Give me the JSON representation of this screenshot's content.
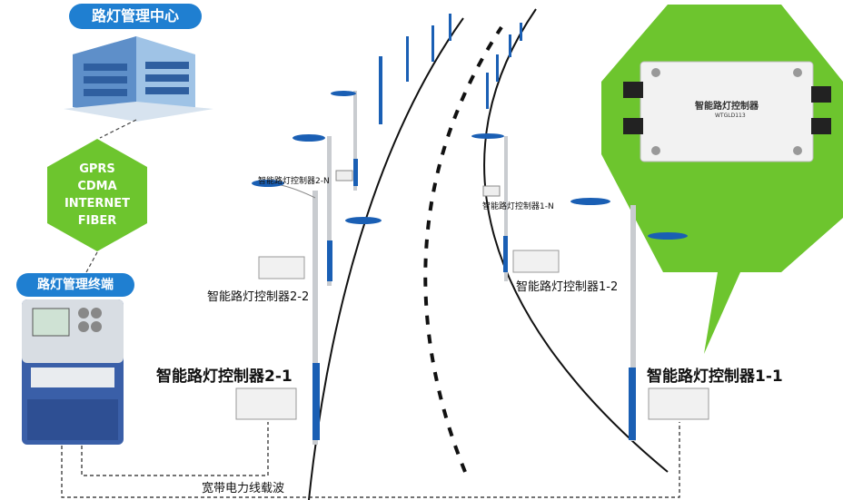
{
  "center": {
    "title": "路灯管理中心"
  },
  "network": {
    "lines": [
      "GPRS",
      "CDMA",
      "INTERNET",
      "FIBER"
    ]
  },
  "terminal": {
    "title": "路灯管理终端"
  },
  "controllers": {
    "c2n": "智能路灯控制器2-N",
    "c1n": "智能路灯控制器1-N",
    "c22": "智能路灯控制器2-2",
    "c12": "智能路灯控制器1-2",
    "c21": "智能路灯控制器2-1",
    "c11": "智能路灯控制器1-1"
  },
  "device": {
    "name": "智能路灯控制器",
    "model": "WTGLD113"
  },
  "bus": {
    "label": "宽带电力线载波"
  },
  "colors": {
    "accent_blue": "#1f7fd1",
    "hex_green": "#6dc52e",
    "pole_blue": "#1a5fb4"
  }
}
